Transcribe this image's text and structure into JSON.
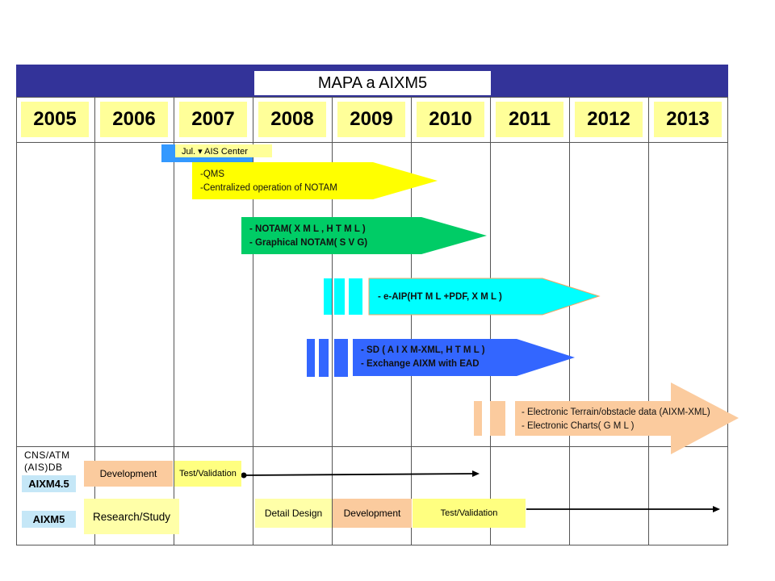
{
  "title": "MAPA a AIXM5",
  "years": [
    "2005",
    "2006",
    "2007",
    "2008",
    "2009",
    "2010",
    "2011",
    "2012",
    "2013"
  ],
  "milestone": {
    "label": "Jul. ▾ AIS Center"
  },
  "arrows": [
    {
      "lines": [
        "-QMS",
        "-Centralized  operation of NOTAM"
      ],
      "color": "#ffff00"
    },
    {
      "lines": [
        "- NOTAM( X M L ,  H T M L )",
        "- Graphical NOTAM( S V G)"
      ],
      "color": "#00cc66"
    },
    {
      "lines": [
        "- e-AIP(HT M L +PDF,  X M L  )"
      ],
      "color": "#00ffff"
    },
    {
      "lines": [
        "- SD ( A  I  X M-XML,  H T M L )",
        "- Exchange AIXM with EAD"
      ],
      "color": "#3366ff"
    },
    {
      "lines": [
        "- Electronic Terrain/obstacle  data (AIXM-XML)",
        "- Electronic Charts( G M L )"
      ],
      "color": "#fbcb9e"
    }
  ],
  "db_label": [
    "CNS/ATM",
    "(AIS)DB"
  ],
  "aixm45": {
    "label": "AIXM4.5",
    "development": "Development",
    "test": "Test/Validation"
  },
  "aixm5": {
    "label": "AIXM5",
    "research": "Research/Study",
    "detail": "Detail Design",
    "development": "Development",
    "test": "Test/Validation"
  }
}
